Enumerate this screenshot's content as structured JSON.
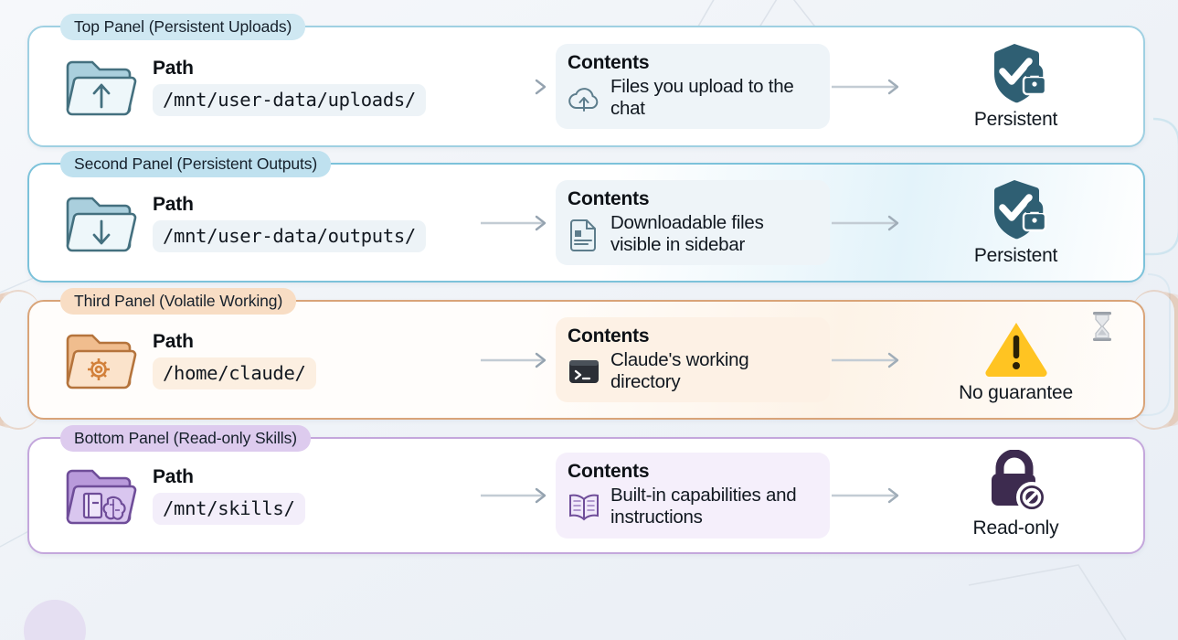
{
  "theme": {
    "page_background": "#f2f5f9",
    "blue_border": "#7cc2da",
    "blue_badge": "#cfe8f2",
    "orange_border": "#d9a479",
    "orange_badge": "#f8ddc4",
    "purple_border": "#c4a7dc",
    "purple_badge": "#ddcbee",
    "shield_color": "#2f5f73",
    "warning_color": "#ffc422",
    "lock_color": "#3d2b4f",
    "arrow_color": "#a8b4bf"
  },
  "labels": {
    "path": "Path",
    "contents": "Contents"
  },
  "panels": [
    {
      "id": "top-panel",
      "badge": "Top Panel (Persistent Uploads)",
      "folder_icon": "folder-upload-icon",
      "path": "/mnt/user-data/uploads/",
      "contents_icon": "cloud-upload-icon",
      "contents": "Files you upload to the chat",
      "status_icon": "shield-lock-icon",
      "status": "Persistent",
      "extra_icon": null
    },
    {
      "id": "second-panel",
      "badge": "Second Panel (Persistent Outputs)",
      "folder_icon": "folder-download-icon",
      "path": "/mnt/user-data/outputs/",
      "contents_icon": "document-icon",
      "contents": "Downloadable files visible in sidebar",
      "status_icon": "shield-lock-icon",
      "status": "Persistent",
      "extra_icon": null
    },
    {
      "id": "third-panel",
      "badge": "Third Panel (Volatile Working)",
      "folder_icon": "folder-gear-icon",
      "path": "/home/claude/",
      "contents_icon": "terminal-icon",
      "contents": "Claude's working directory",
      "status_icon": "warning-triangle-icon",
      "status": "No guarantee",
      "extra_icon": "hourglass-icon"
    },
    {
      "id": "bottom-panel",
      "badge": "Bottom Panel (Read-only Skills)",
      "folder_icon": "folder-book-brain-icon",
      "path": "/mnt/skills/",
      "contents_icon": "open-book-icon",
      "contents": "Built-in capabilities and instructions",
      "status_icon": "lock-blocked-icon",
      "status": "Read-only",
      "extra_icon": null
    }
  ]
}
